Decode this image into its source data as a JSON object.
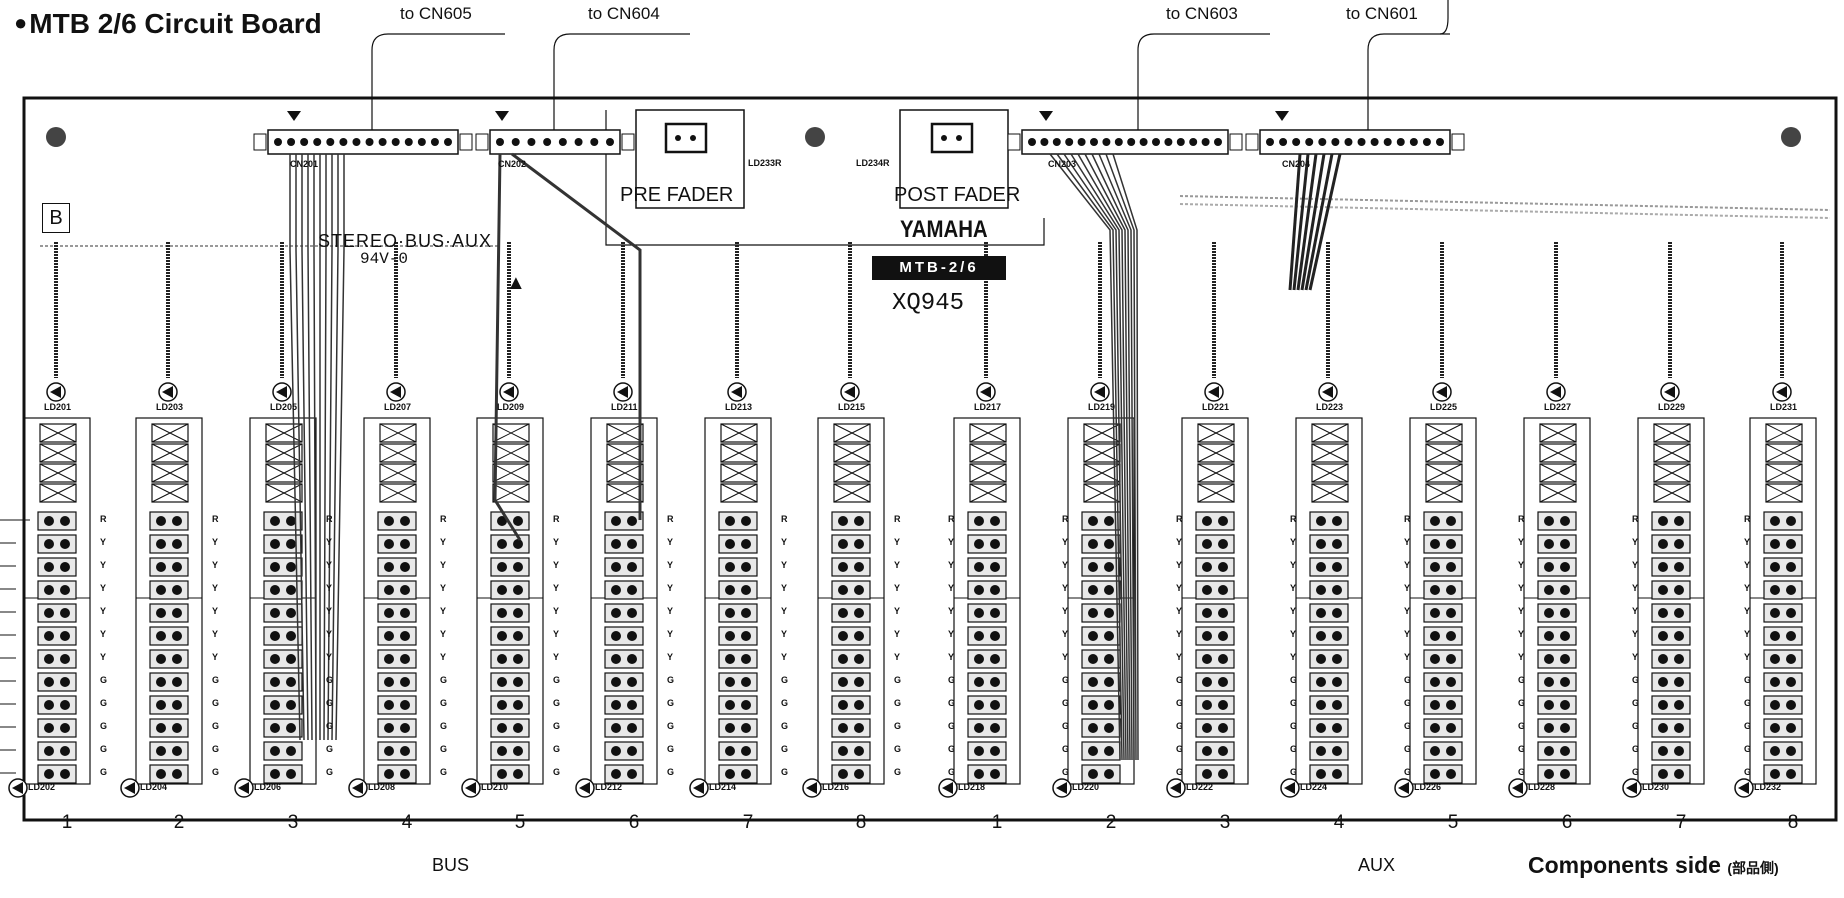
{
  "title": "MTB 2/6 Circuit Board",
  "connector_refs": [
    "to CN605",
    "to CN604",
    "to CN603",
    "to CN601"
  ],
  "onboard_connectors": [
    "CN201",
    "CN202",
    "CN203",
    "CN204"
  ],
  "switches": [
    "PRE FADER",
    "POST FADER"
  ],
  "switch_leds": [
    "LD233R",
    "LD234R"
  ],
  "board_marks": {
    "section": "B",
    "bus_aux": "STEREO·BUS·AUX",
    "rating": "94V-0",
    "brand": "YAMAHA",
    "model_badge": "MTB-2/6",
    "part_no": "XQ945"
  },
  "bus_channels": [
    {
      "num": "1",
      "top_led": "LD201",
      "bottom_led": "LD202"
    },
    {
      "num": "2",
      "top_led": "LD203",
      "bottom_led": "LD204"
    },
    {
      "num": "3",
      "top_led": "LD205",
      "bottom_led": "LD206"
    },
    {
      "num": "4",
      "top_led": "LD207",
      "bottom_led": "LD208"
    },
    {
      "num": "5",
      "top_led": "LD209",
      "bottom_led": "LD210"
    },
    {
      "num": "6",
      "top_led": "LD211",
      "bottom_led": "LD212"
    },
    {
      "num": "7",
      "top_led": "LD213",
      "bottom_led": "LD214"
    },
    {
      "num": "8",
      "top_led": "LD215",
      "bottom_led": "LD216"
    }
  ],
  "aux_channels": [
    {
      "num": "1",
      "top_led": "LD217",
      "bottom_led": "LD218"
    },
    {
      "num": "2",
      "top_led": "LD219",
      "bottom_led": "LD220"
    },
    {
      "num": "3",
      "top_led": "LD221",
      "bottom_led": "LD222"
    },
    {
      "num": "4",
      "top_led": "LD223",
      "bottom_led": "LD224"
    },
    {
      "num": "5",
      "top_led": "LD225",
      "bottom_led": "LD226"
    },
    {
      "num": "6",
      "top_led": "LD227",
      "bottom_led": "LD228"
    },
    {
      "num": "7",
      "top_led": "LD229",
      "bottom_led": "LD230"
    },
    {
      "num": "8",
      "top_led": "LD231",
      "bottom_led": "LD232"
    }
  ],
  "pin_colors": [
    "R",
    "Y",
    "Y",
    "Y",
    "Y",
    "Y",
    "Y",
    "G",
    "G",
    "G",
    "G",
    "G"
  ],
  "group_labels": {
    "bus": "BUS",
    "aux": "AUX"
  },
  "side_label": {
    "main": "Components side",
    "note": "(部品側)"
  }
}
